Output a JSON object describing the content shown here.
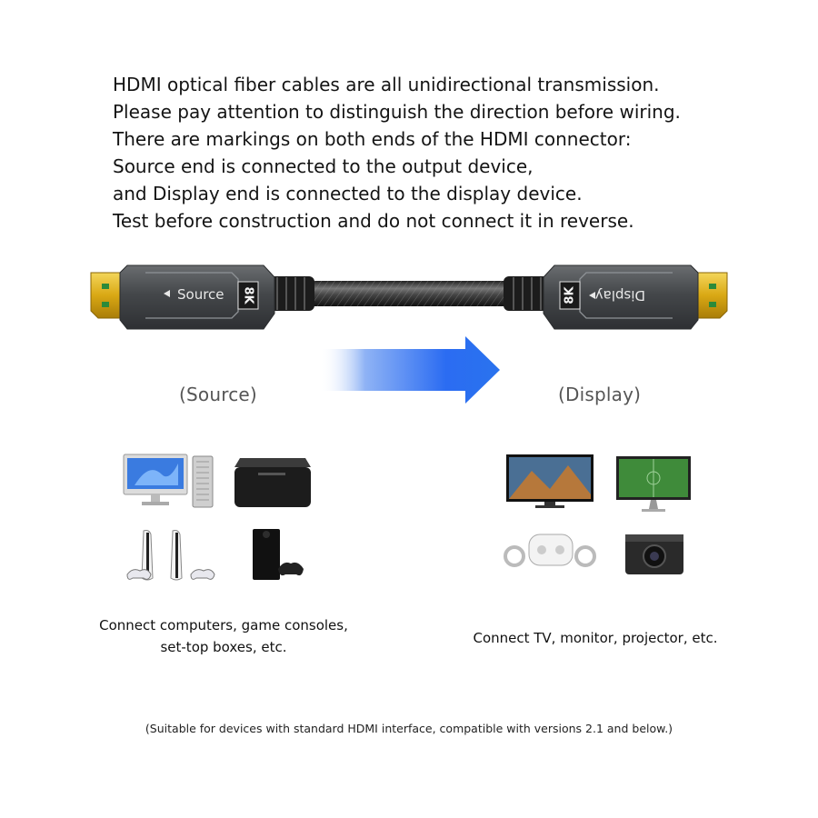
{
  "intro": {
    "lines": [
      "HDMI optical fiber cables are all unidirectional transmission.",
      "Please pay attention to distinguish the direction before wiring.",
      "There are markings on both ends of the HDMI connector:",
      "Source end is connected to the output device,",
      "and Display end is connected to the display device.",
      "Test before construction and do not connect it in reverse."
    ]
  },
  "cable": {
    "source_label": "Source",
    "display_label": "Display",
    "badge": "8K",
    "body_color": "#4a4d50",
    "plug_color": "#e0b31a"
  },
  "arrow": {
    "color": "#1e66f0"
  },
  "source_side": {
    "caption": "(Source)",
    "description_lines": [
      "Connect computers, game consoles,",
      "set-top boxes, etc."
    ]
  },
  "display_side": {
    "caption": "(Display)",
    "description_lines": [
      "Connect TV, monitor, projector, etc."
    ]
  },
  "note": "(Suitable for devices with standard HDMI interface, compatible with versions 2.1 and below.)"
}
